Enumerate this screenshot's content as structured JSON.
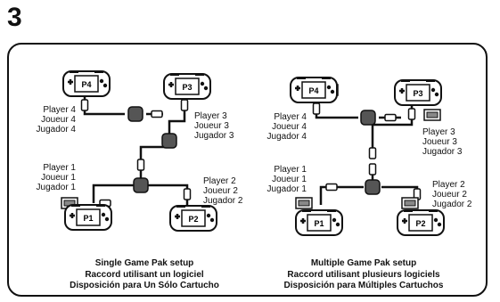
{
  "step_number": "3",
  "single": {
    "caption": [
      "Single Game Pak setup",
      "Raccord utilisant un logiciel",
      "Disposición para Un Sólo Cartucho"
    ],
    "consoles": {
      "p4": "P4",
      "p3": "P3",
      "p1": "P1",
      "p2": "P2"
    },
    "players": {
      "p4": [
        "Player 4",
        "Joueur 4",
        "Jugador 4"
      ],
      "p3": [
        "Player 3",
        "Joueur 3",
        "Jugador 3"
      ],
      "p1": [
        "Player 1",
        "Joueur 1",
        "Jugador 1"
      ],
      "p2": [
        "Player 2",
        "Joueur 2",
        "Jugador 2"
      ]
    }
  },
  "multiple": {
    "caption": [
      "Multiple Game Pak setup",
      "Raccord utilisant plusieurs logiciels",
      "Disposición para Múltiples Cartuchos"
    ],
    "consoles": {
      "p4": "P4",
      "p3": "P3",
      "p1": "P1",
      "p2": "P2"
    },
    "players": {
      "p4": [
        "Player 4",
        "Joueur 4",
        "Jugador 4"
      ],
      "p3": [
        "Player 3",
        "Joueur 3",
        "Jugador 3"
      ],
      "p1": [
        "Player 1",
        "Joueur 1",
        "Jugador 1"
      ],
      "p2": [
        "Player 2",
        "Joueur 2",
        "Jugador 2"
      ]
    }
  }
}
